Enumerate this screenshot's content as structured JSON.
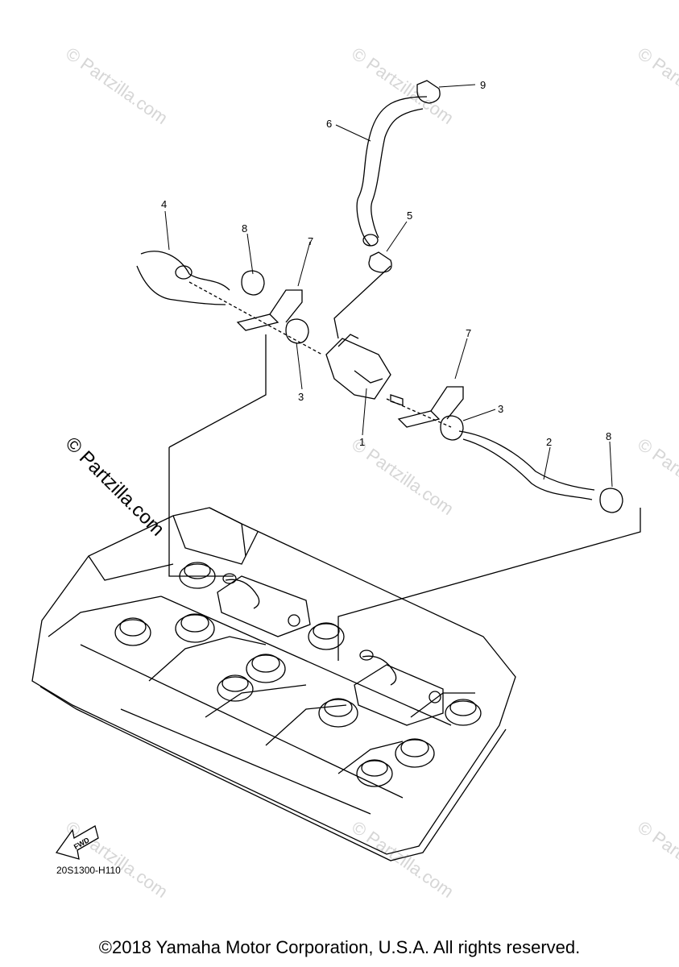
{
  "watermark": {
    "text": "© Partzilla.com"
  },
  "callouts": [
    "1",
    "2",
    "3",
    "3",
    "4",
    "5",
    "6",
    "7",
    "7",
    "8",
    "8",
    "9"
  ],
  "fwd_badge": "FWD",
  "drawing_code": "20S1300-H110",
  "copyright": "©2018 Yamaha Motor Corporation, U.S.A. All rights reserved."
}
